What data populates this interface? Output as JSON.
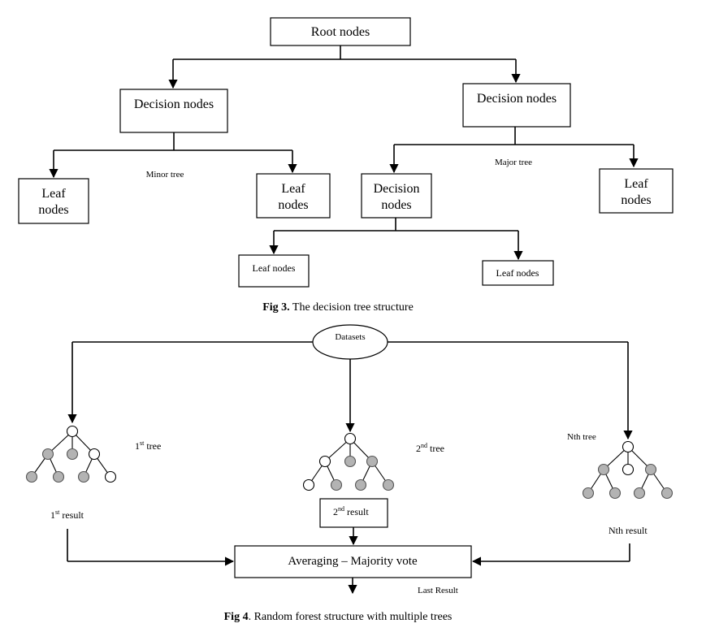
{
  "fig3": {
    "root": "Root nodes",
    "decision_left": "Decision nodes",
    "decision_right": "Decision nodes",
    "leaf": "Leaf",
    "nodes_word": "nodes",
    "minor_tree": "Minor tree",
    "major_tree": "Major tree",
    "decision_word": "Decision",
    "leaf_nodes_bottom_left": "Leaf nodes",
    "leaf_nodes_bottom_right": "Leaf nodes",
    "caption_bold": "Fig 3.",
    "caption_rest": " The decision tree structure"
  },
  "fig4": {
    "datasets": "Datasets",
    "tree1_num": "1",
    "tree1_sup": "st",
    "tree1_rest": " tree",
    "tree2_num": "2",
    "tree2_sup": "nd",
    "tree2_rest": " tree",
    "treen": "Nth tree",
    "result1_num": "1",
    "result1_sup": "st",
    "result1_rest": " result",
    "result2_num": "2",
    "result2_sup": "nd",
    "result2_rest": " result",
    "resultn": "Nth result",
    "averaging": "Averaging – Majority vote",
    "last_result": "Last Result",
    "caption_bold": "Fig 4",
    "caption_rest": ". Random forest structure with multiple trees"
  },
  "colors": {
    "node_grey": "#b3b3b3",
    "node_white": "#ffffff",
    "stroke": "#000000"
  }
}
